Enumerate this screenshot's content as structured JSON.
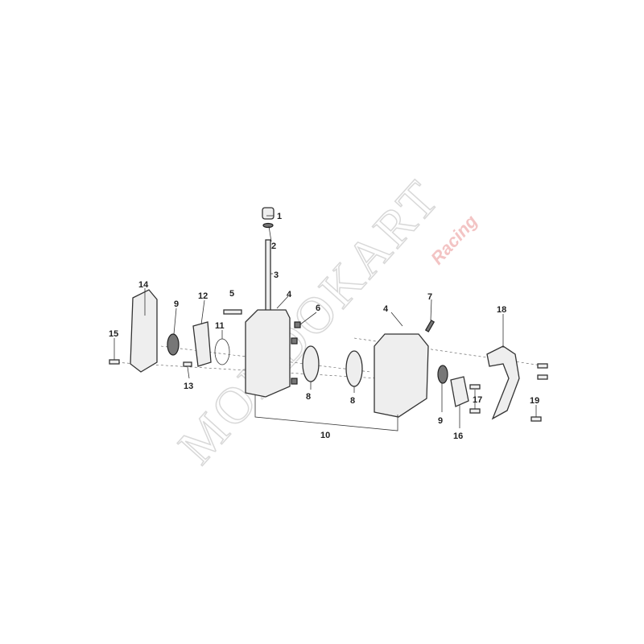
{
  "watermark": {
    "brand": "MONDOKART",
    "tag": "Racing",
    "brand_color": "#d8d8d8",
    "tag_color": "#e05050"
  },
  "callouts": [
    {
      "id": "1",
      "text": "1"
    },
    {
      "id": "2",
      "text": "2"
    },
    {
      "id": "3",
      "text": "3"
    },
    {
      "id": "4a",
      "text": "4"
    },
    {
      "id": "4b",
      "text": "4"
    },
    {
      "id": "5",
      "text": "5"
    },
    {
      "id": "6",
      "text": "6"
    },
    {
      "id": "7",
      "text": "7"
    },
    {
      "id": "8a",
      "text": "8"
    },
    {
      "id": "8b",
      "text": "8"
    },
    {
      "id": "9a",
      "text": "9"
    },
    {
      "id": "9b",
      "text": "9"
    },
    {
      "id": "10",
      "text": "10"
    },
    {
      "id": "11",
      "text": "11"
    },
    {
      "id": "12",
      "text": "12"
    },
    {
      "id": "13",
      "text": "13"
    },
    {
      "id": "14",
      "text": "14"
    },
    {
      "id": "15",
      "text": "15"
    },
    {
      "id": "16",
      "text": "16"
    },
    {
      "id": "17",
      "text": "17"
    },
    {
      "id": "18",
      "text": "18"
    },
    {
      "id": "19",
      "text": "19"
    }
  ]
}
